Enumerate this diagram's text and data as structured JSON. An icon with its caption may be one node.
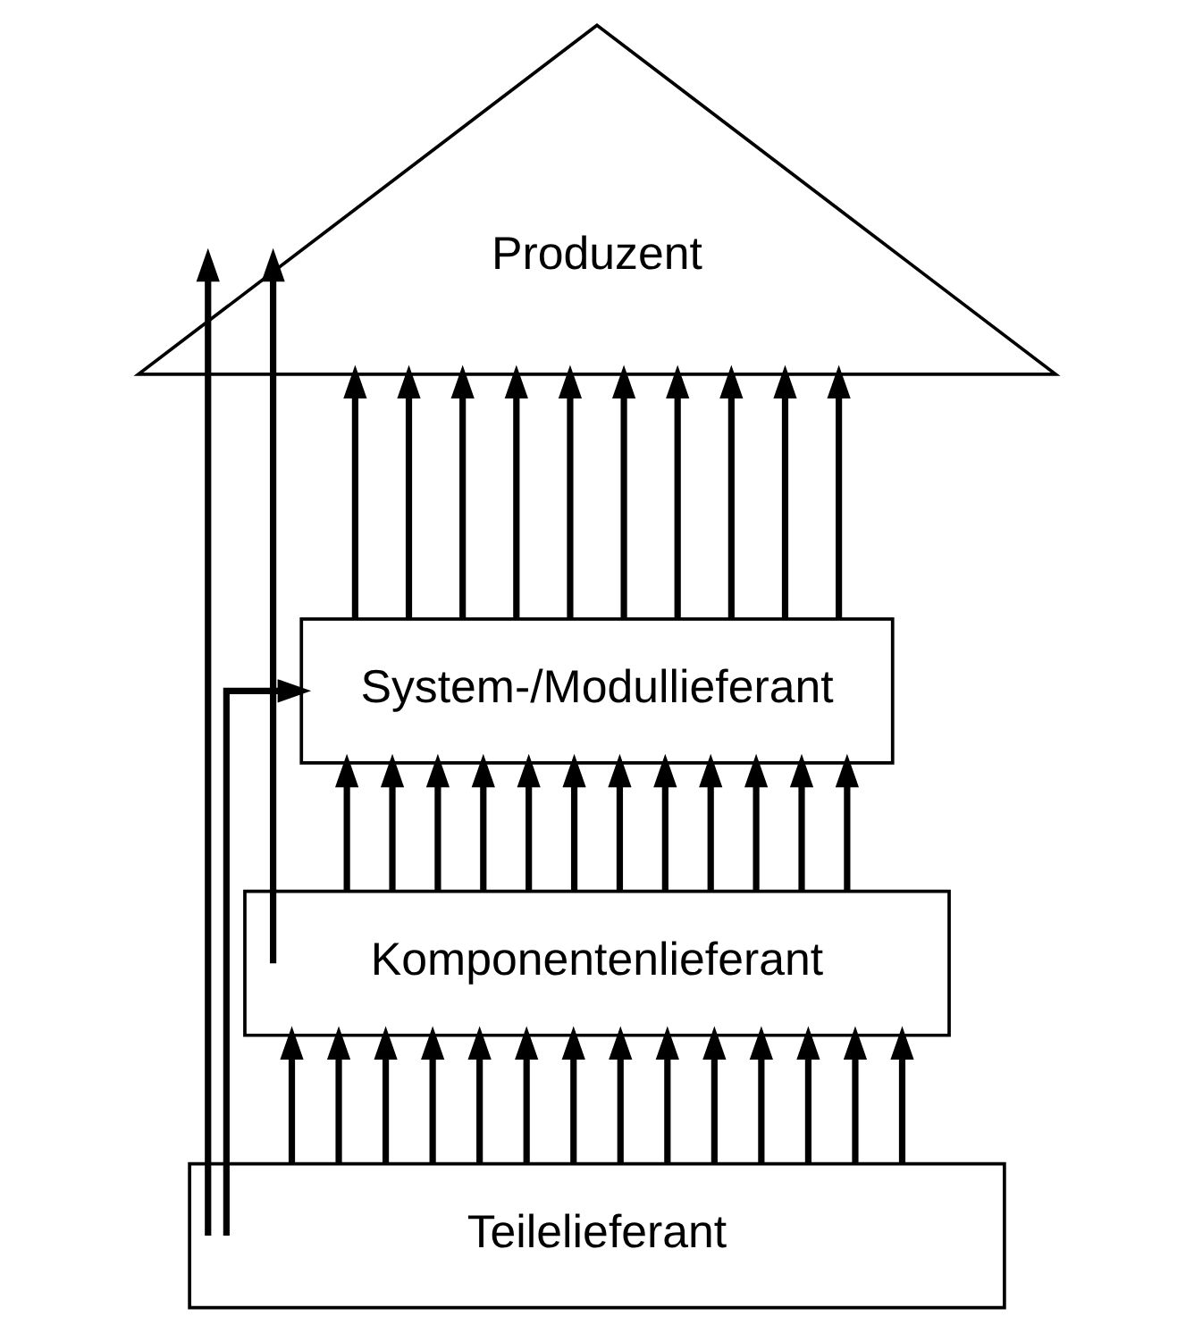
{
  "diagram": {
    "nodes": [
      {
        "text": [
          "Produzent"
        ]
      },
      {
        "text": [
          "System-/Modullieferant"
        ]
      },
      {
        "text": [
          "Komponentenlieferant"
        ]
      },
      {
        "text": [
          "Teilelieferant"
        ]
      }
    ],
    "edges": [
      {
        "from": 1,
        "to": 0,
        "arrow": "to"
      },
      {
        "from": 1,
        "to": 0,
        "arrow": "to"
      },
      {
        "from": 1,
        "to": 0,
        "arrow": "to"
      },
      {
        "from": 1,
        "to": 0,
        "arrow": "to"
      },
      {
        "from": 1,
        "to": 0,
        "arrow": "to"
      },
      {
        "from": 1,
        "to": 0,
        "arrow": "to"
      },
      {
        "from": 1,
        "to": 0,
        "arrow": "to"
      },
      {
        "from": 1,
        "to": 0,
        "arrow": "to"
      },
      {
        "from": 1,
        "to": 0,
        "arrow": "to"
      },
      {
        "from": 1,
        "to": 0,
        "arrow": "to"
      },
      {
        "from": 2,
        "to": 1,
        "arrow": "to"
      },
      {
        "from": 2,
        "to": 1,
        "arrow": "to"
      },
      {
        "from": 2,
        "to": 1,
        "arrow": "to"
      },
      {
        "from": 2,
        "to": 1,
        "arrow": "to"
      },
      {
        "from": 2,
        "to": 1,
        "arrow": "to"
      },
      {
        "from": 2,
        "to": 1,
        "arrow": "to"
      },
      {
        "from": 2,
        "to": 1,
        "arrow": "to"
      },
      {
        "from": 2,
        "to": 1,
        "arrow": "to"
      },
      {
        "from": 2,
        "to": 1,
        "arrow": "to"
      },
      {
        "from": 2,
        "to": 1,
        "arrow": "to"
      },
      {
        "from": 2,
        "to": 1,
        "arrow": "to"
      },
      {
        "from": 2,
        "to": 1,
        "arrow": "to"
      },
      {
        "from": 3,
        "to": 2,
        "arrow": "to"
      },
      {
        "from": 3,
        "to": 2,
        "arrow": "to"
      },
      {
        "from": 3,
        "to": 2,
        "arrow": "to"
      },
      {
        "from": 3,
        "to": 2,
        "arrow": "to"
      },
      {
        "from": 3,
        "to": 2,
        "arrow": "to"
      },
      {
        "from": 3,
        "to": 2,
        "arrow": "to"
      },
      {
        "from": 3,
        "to": 2,
        "arrow": "to"
      },
      {
        "from": 3,
        "to": 2,
        "arrow": "to"
      },
      {
        "from": 3,
        "to": 2,
        "arrow": "to"
      },
      {
        "from": 3,
        "to": 2,
        "arrow": "to"
      },
      {
        "from": 3,
        "to": 2,
        "arrow": "to"
      },
      {
        "from": 3,
        "to": 2,
        "arrow": "to"
      },
      {
        "from": 3,
        "to": 2,
        "arrow": "to"
      },
      {
        "from": 3,
        "to": 2,
        "arrow": "to"
      },
      {
        "from": 3,
        "to": 0,
        "arrow": "to"
      },
      {
        "from": 3,
        "to": 1,
        "arrow": "to"
      },
      {
        "from": 2,
        "to": 0,
        "arrow": "to"
      }
    ]
  }
}
